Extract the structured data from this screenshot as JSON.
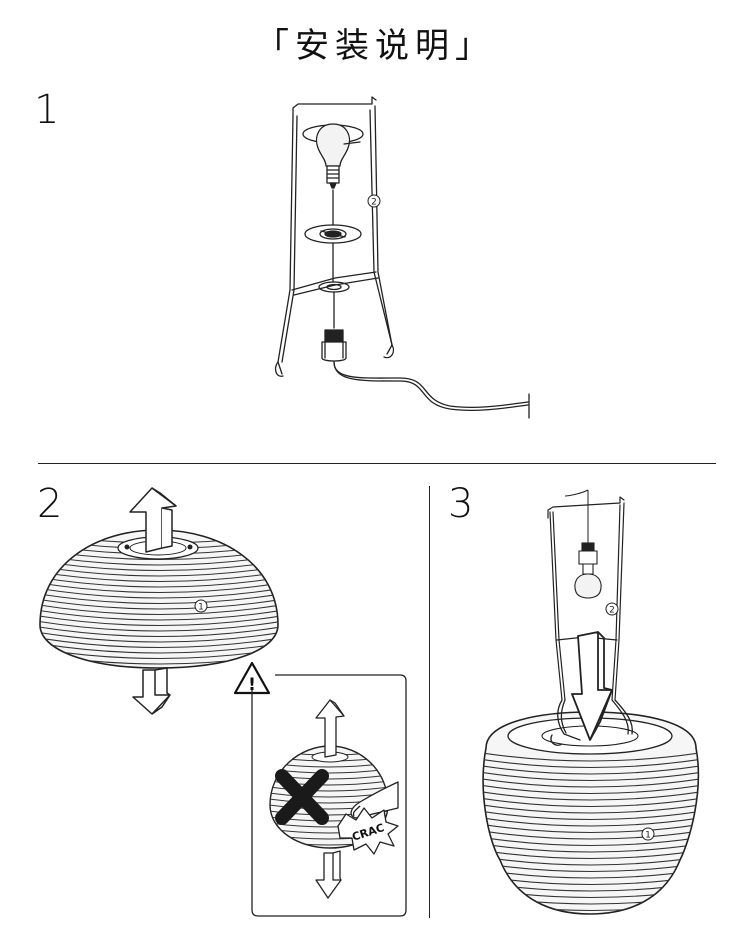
{
  "title": {
    "open_bracket": "「",
    "text": "安装说明",
    "close_bracket": "」"
  },
  "steps": [
    {
      "number": "1"
    },
    {
      "number": "2"
    },
    {
      "number": "3"
    }
  ],
  "callouts": {
    "shade_part": "1",
    "frame_part": "2"
  },
  "warning": {
    "symbol": "!",
    "sound_text": "CRAC"
  },
  "colors": {
    "line": "#222222",
    "shade_fill": "#f4f4f4",
    "shade_rib": "#333333",
    "cross": "#1a1a1a"
  }
}
